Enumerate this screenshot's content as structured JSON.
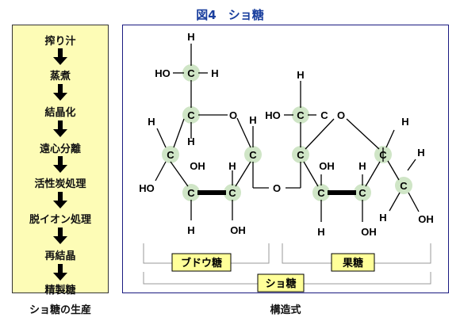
{
  "title": "図4　ショ糖",
  "process": {
    "steps": [
      "搾り汁",
      "蒸煮",
      "結晶化",
      "遠心分離",
      "活性炭処理",
      "脱イオン処理",
      "再結晶",
      "精製糖"
    ],
    "caption": "ショ糖の生産"
  },
  "structure": {
    "caption": "構造式",
    "labels": {
      "glucose": "ブドウ糖",
      "fructose": "果糖",
      "sucrose": "ショ糖"
    },
    "atoms": {
      "H": "H",
      "C": "C",
      "O": "O",
      "HO": "HO",
      "OH": "OH"
    }
  },
  "colors": {
    "title": "#1a3f9e",
    "process_bg": "#fdfcb6",
    "carbon_highlight": "#cfe5c6",
    "label_bg": "#ffff99"
  }
}
